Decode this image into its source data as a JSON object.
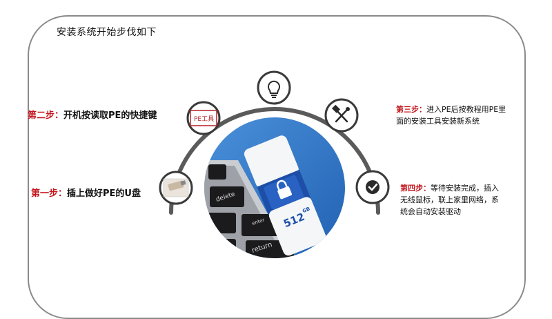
{
  "title": "安装系统开始步伐如下",
  "thumbnail_text": "PE工具",
  "keyboard_keys": [
    "delete",
    "enter",
    "return"
  ],
  "usb_capacity": "512",
  "usb_unit": "GB",
  "steps": [
    {
      "label": "第一步：",
      "text": "插上做好PE的U盘"
    },
    {
      "label": "第二步：",
      "text": "开机按读取PE的快捷键"
    },
    {
      "label": "第三步：",
      "text": "进入PE后按教程用PE里面的安装工具安装新系统"
    },
    {
      "label": "第四步：",
      "text": "等待安装完成，插入无线鼠标，联上家里网络，系统会自动安装驱动"
    }
  ],
  "colors": {
    "accent": "#c4161c",
    "arc": "#555555",
    "circle_border": "#3a3a3a",
    "photo_bg": "#2f79c9"
  },
  "icons": [
    "usb-thumbnail-icon",
    "pe-tool-thumbnail-icon",
    "lightbulb-icon",
    "tools-icon",
    "check-icon"
  ]
}
